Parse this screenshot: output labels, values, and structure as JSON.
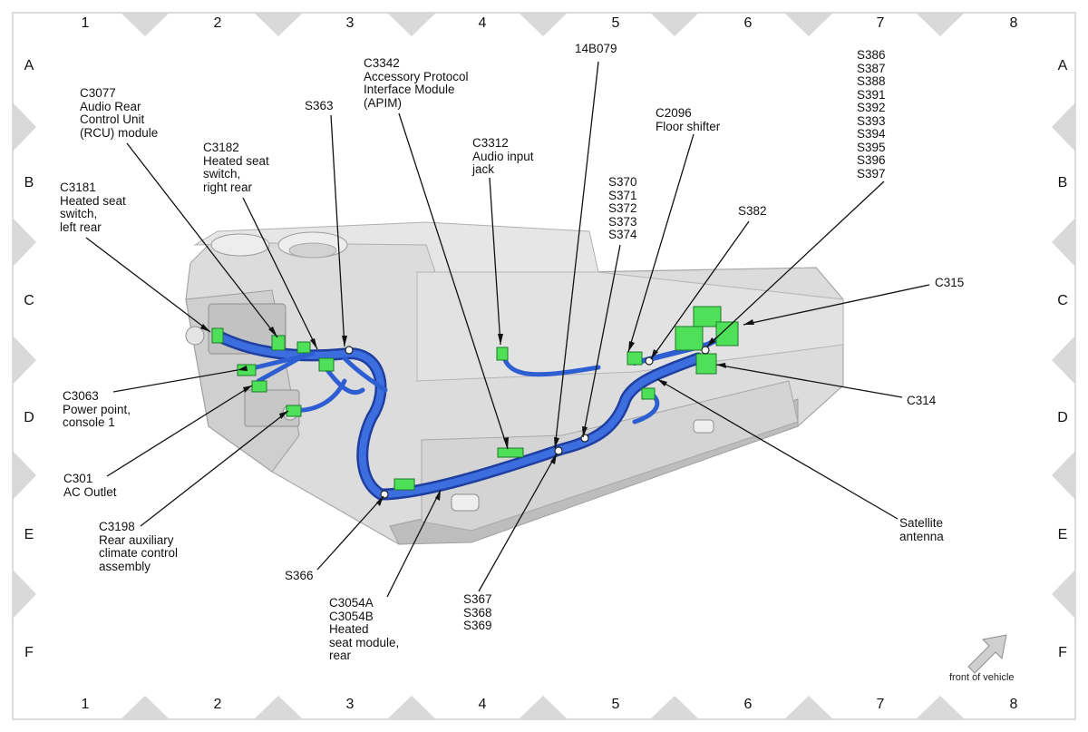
{
  "grid": {
    "columns": [
      "1",
      "2",
      "3",
      "4",
      "5",
      "6",
      "7",
      "8"
    ],
    "rows": [
      "A",
      "B",
      "C",
      "D",
      "E",
      "F"
    ]
  },
  "labels": {
    "c3077": "C3077\nAudio Rear\nControl Unit\n(RCU) module",
    "s363": "S363",
    "c3342": "C3342\nAccessory Protocol\nInterface Module\n(APIM)",
    "b14b079": "14B079",
    "s386": "S386\nS387\nS388\nS391\nS392\nS393\nS394\nS395\nS396\nS397",
    "c3182": "C3182\nHeated seat\nswitch,\nright rear",
    "c3312": "C3312\nAudio input\njack",
    "c2096": "C2096\nFloor shifter",
    "c3181": "C3181\nHeated seat\nswitch,\nleft rear",
    "s370": "S370\nS371\nS372\nS373\nS374",
    "s382": "S382",
    "c315": "C315",
    "c3063": "C3063\nPower point,\nconsole 1",
    "c314": "C314",
    "c301": "C301\nAC Outlet",
    "c3198": "C3198\nRear auxiliary\nclimate control\nassembly",
    "satellite": "Satellite\nantenna",
    "s366": "S366",
    "c3054": "C3054A\nC3054B\nHeated\nseat module,\nrear",
    "s367": "S367\nS368\nS369"
  },
  "front_of_vehicle": "front of vehicle",
  "colors": {
    "harness": "#2f5fd0",
    "connector": "#4fe05a",
    "console": "#d9d9d9",
    "frame_triangle": "#d6d6d6"
  }
}
